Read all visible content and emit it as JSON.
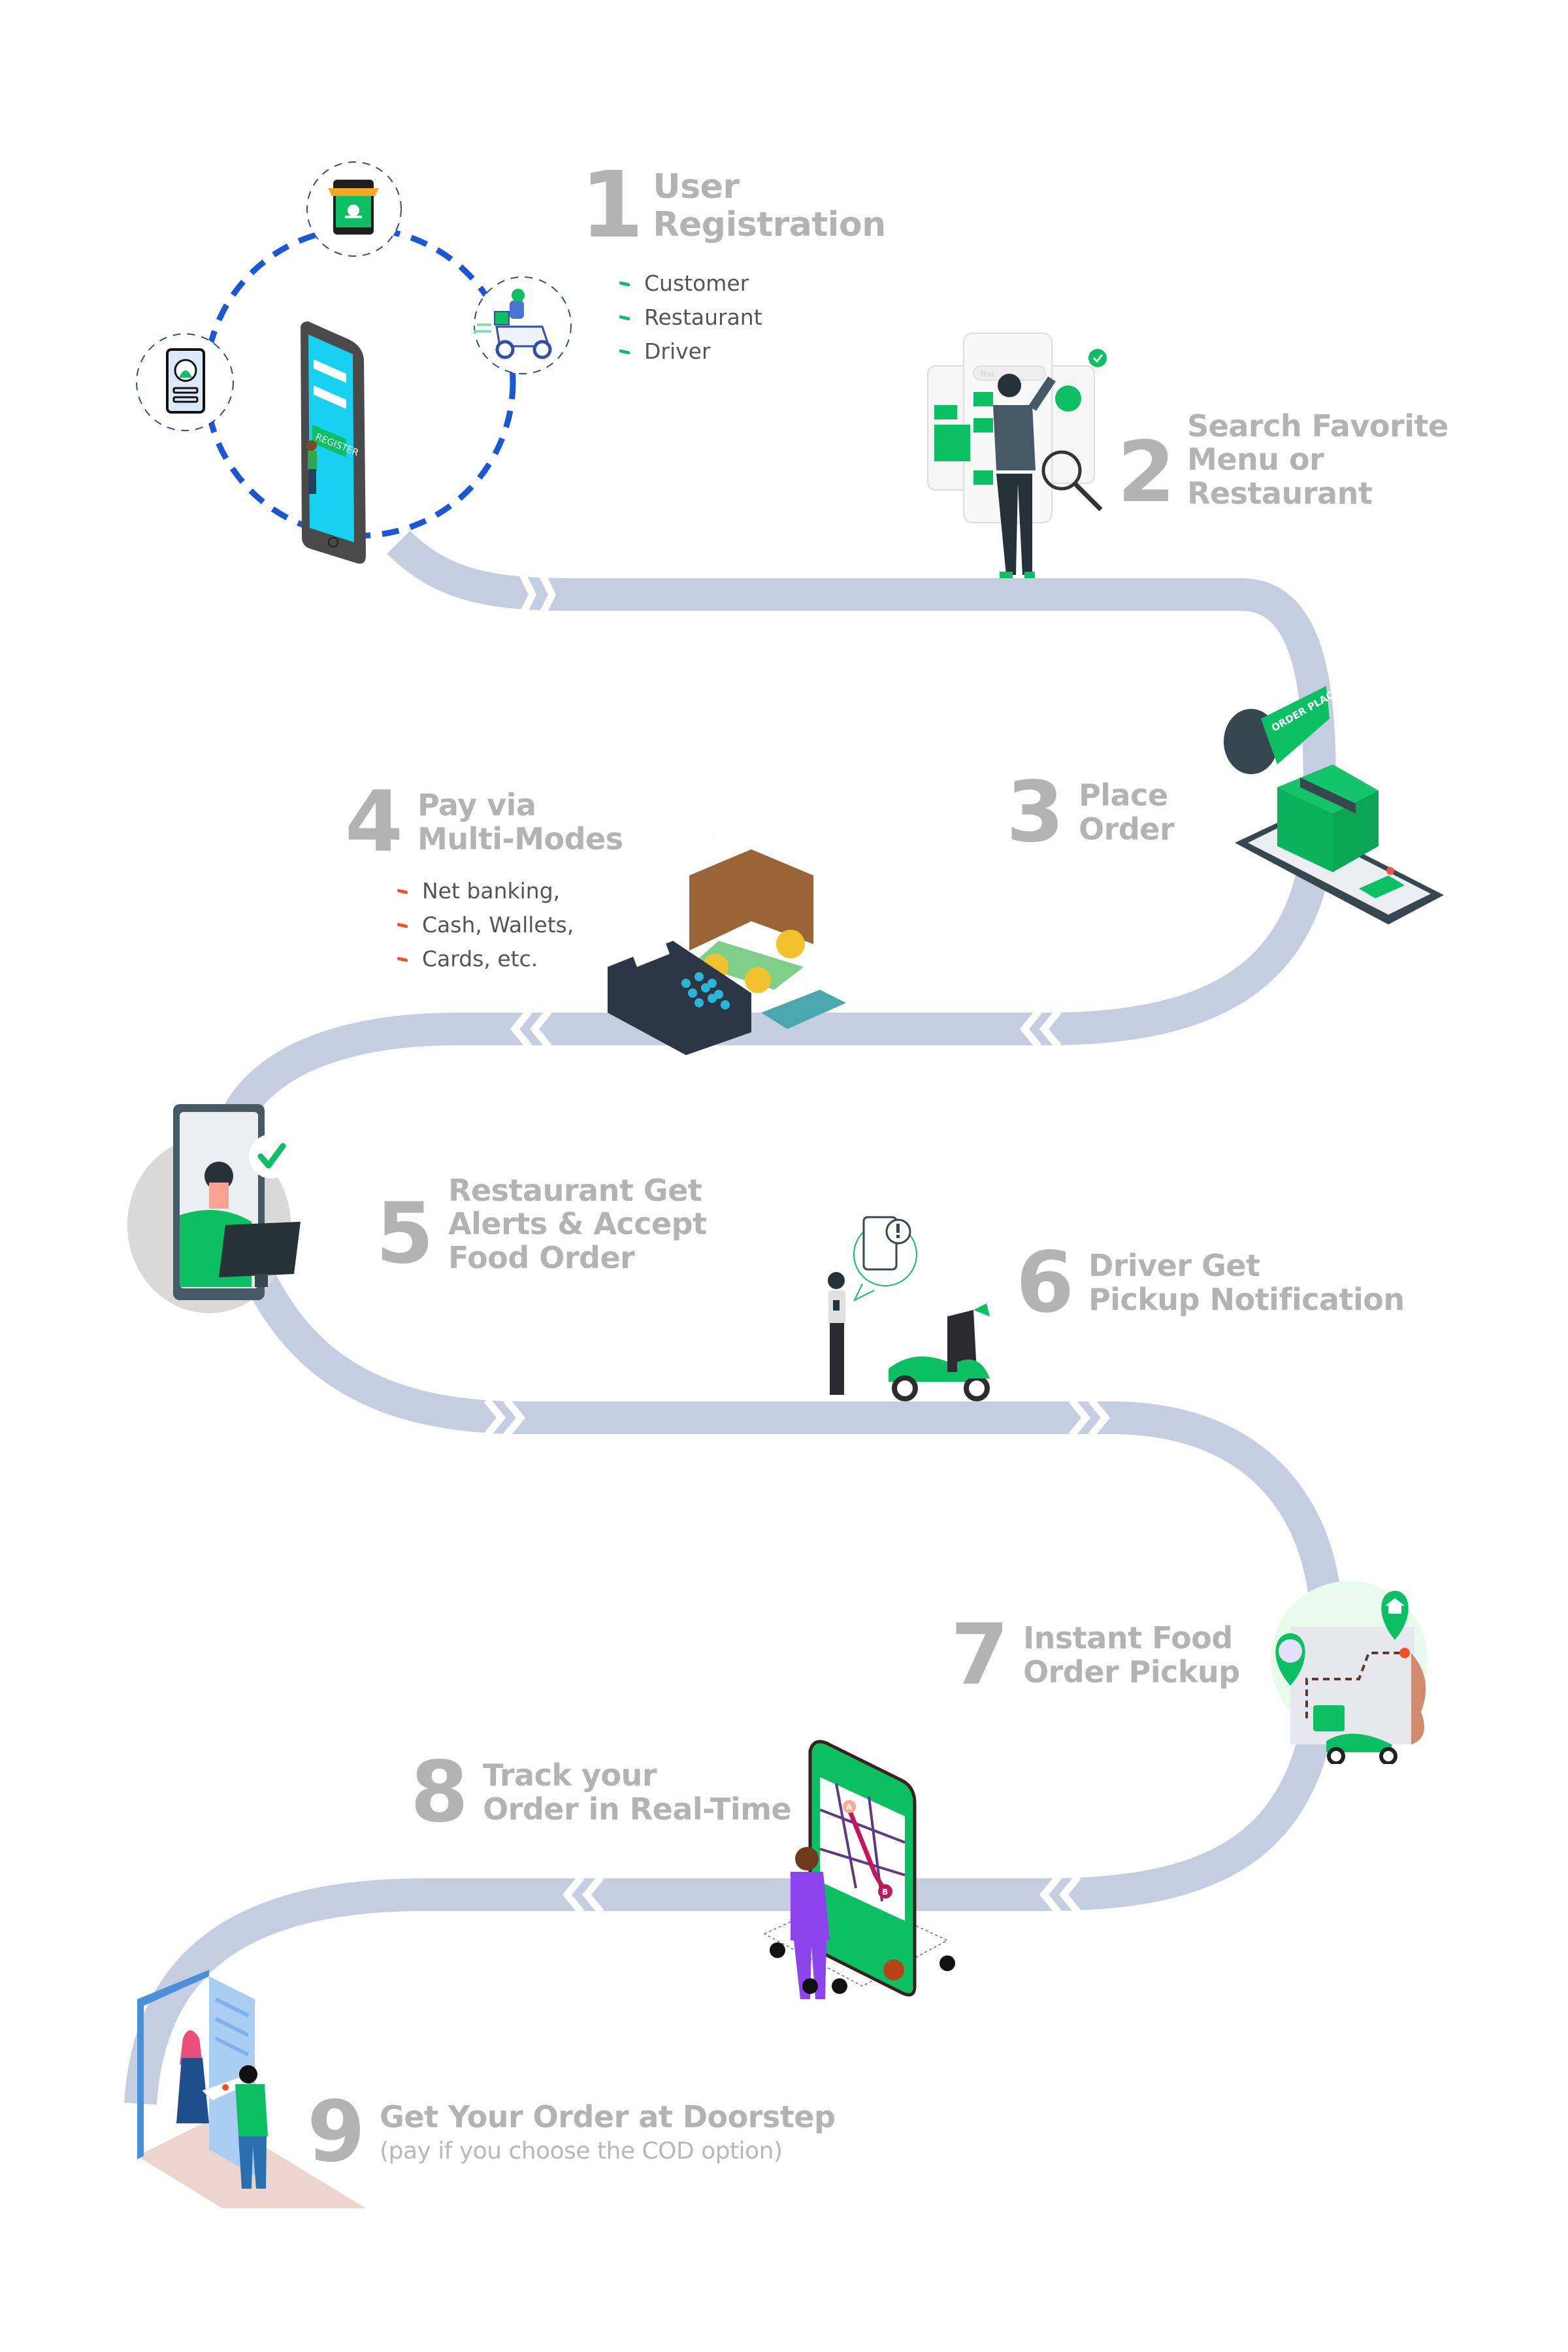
{
  "colors": {
    "road": "#c5cde0",
    "heading": "#b3b3b3",
    "bullet_text": "#555555",
    "bullet_green": "#0bbf63",
    "bullet_orange": "#f25022",
    "accent_green": "#0bbf63",
    "dashed_ring": "#1a56d6"
  },
  "steps": [
    {
      "number": "1",
      "title_lines": [
        "User",
        "Registration"
      ],
      "bullets": [
        "Customer",
        "Restaurant",
        "Driver"
      ],
      "bullet_color": "green",
      "illustration": "phone-register-illustration",
      "illustration_text": "REGISTER",
      "ring_icons": [
        "restaurant-store-phone-icon",
        "user-id-card-icon",
        "delivery-scooter-icon"
      ]
    },
    {
      "number": "2",
      "title_lines": [
        "Search Favorite",
        "Menu or",
        "Restaurant"
      ],
      "illustration": "man-browsing-app-screens-illustration",
      "illustration_text": "Text"
    },
    {
      "number": "3",
      "title_lines": [
        "Place",
        "Order"
      ],
      "illustration": "order-placed-box-on-phone-illustration",
      "illustration_text": "ORDER PLACED"
    },
    {
      "number": "4",
      "title_lines": [
        "Pay via",
        "Multi-Modes"
      ],
      "bullets": [
        "Net banking,",
        "Cash, Wallets,",
        "Cards, etc."
      ],
      "bullet_color": "orange",
      "illustration": "wallet-pos-terminal-cash-card-illustration"
    },
    {
      "number": "5",
      "title_lines": [
        "Restaurant Get",
        "Alerts & Accept",
        "Food Order"
      ],
      "illustration": "restaurant-operator-headset-checkmark-illustration"
    },
    {
      "number": "6",
      "title_lines": [
        "Driver Get",
        "Pickup Notification"
      ],
      "illustration": "driver-phone-notification-scooter-illustration"
    },
    {
      "number": "7",
      "title_lines": [
        "Instant Food",
        "Order Pickup"
      ],
      "illustration": "map-pins-food-scooter-illustration"
    },
    {
      "number": "8",
      "title_lines": [
        "Track your",
        "Order in Real-Time"
      ],
      "illustration": "man-tracking-map-phone-illustration",
      "map_labels": [
        "A",
        "B"
      ]
    },
    {
      "number": "9",
      "title_lines": [
        "Get Your Order at Doorstep"
      ],
      "subtitle": "(pay if you choose the COD option)",
      "illustration": "doorstep-delivery-handover-illustration"
    }
  ]
}
